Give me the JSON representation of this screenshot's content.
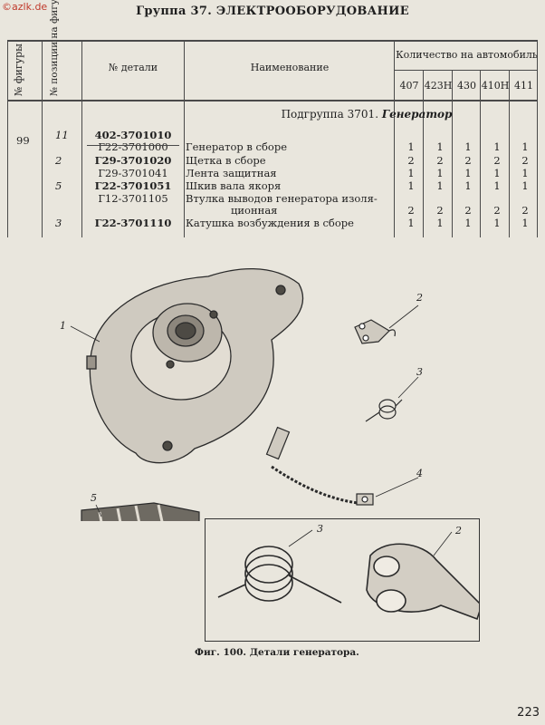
{
  "watermark": "©azlk.de",
  "page_title": "Группа 37. ЭЛЕКТРООБОРУДОВАНИЕ",
  "table": {
    "headers": {
      "figure_no": "№ фигуры",
      "position_no": "№ позиции на фигуре",
      "part_no": "№ детали",
      "name": "Наименование",
      "quantity": "Количество на автомобиль",
      "models": [
        "407",
        "423Н",
        "430",
        "410Н",
        "411"
      ]
    },
    "subgroup_prefix": "Подгруппа 3701.",
    "subgroup_name": "Генератор",
    "figure_number": "99",
    "rows": [
      {
        "pos": "11",
        "part": "402-3701010",
        "name": "",
        "qty": [
          "",
          "",
          "",
          "",
          ""
        ]
      },
      {
        "pos": "",
        "part": "Г22-3701000",
        "name": "Генератор в сборе",
        "qty": [
          "1",
          "1",
          "1",
          "1",
          "1"
        ]
      },
      {
        "pos": "2",
        "part": "Г29-3701020",
        "name": "Щетка в сборе",
        "qty": [
          "2",
          "2",
          "2",
          "2",
          "2"
        ]
      },
      {
        "pos": "",
        "part": "Г29-3701041",
        "name": "Лента защитная",
        "qty": [
          "1",
          "1",
          "1",
          "1",
          "1"
        ]
      },
      {
        "pos": "5",
        "part": "Г22-3701051",
        "name": "Шкив вала якоря",
        "qty": [
          "1",
          "1",
          "1",
          "1",
          "1"
        ]
      },
      {
        "pos": "",
        "part": "Г12-3701105",
        "name": "Втулка выводов генератора изоля-",
        "qty": [
          "",
          "",
          "",
          "",
          ""
        ]
      },
      {
        "pos": "",
        "part": "",
        "name": "ционная",
        "qty": [
          "2",
          "2",
          "2",
          "2",
          "2"
        ]
      },
      {
        "pos": "3",
        "part": "Г22-3701110",
        "name": "Катушка возбуждения в сборе",
        "qty": [
          "1",
          "1",
          "1",
          "1",
          "1"
        ]
      }
    ]
  },
  "callouts": [
    "1",
    "2",
    "3",
    "4",
    "5",
    "3",
    "2"
  ],
  "caption": "Фиг. 100. Детали генератора.",
  "page_number": "223"
}
